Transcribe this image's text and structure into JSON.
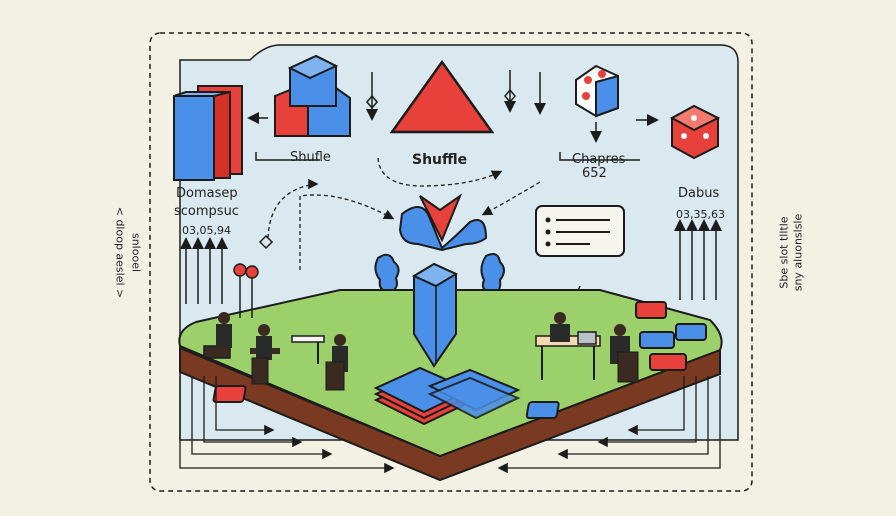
{
  "labels": {
    "shufle": "Shufle",
    "shuffle": "Shuffle",
    "chapres": "Chapres",
    "chapres_num": "652",
    "domasep": "Domasep",
    "scompsuc": "scompsuc",
    "left_num": "03,05,94",
    "dabus": "Dabus",
    "right_num": "03,35,63",
    "right_note_line1": "Sbe slot tlltle",
    "right_note_line2": "sny aluonslsle",
    "left_vertical_1": "snlooel",
    "left_vertical_2": "< dloop aeslel >"
  },
  "colors": {
    "blue": "#4a8fe8",
    "red": "#e8403a",
    "green": "#9bd06a",
    "soil": "#7a3a22",
    "panel": "#dbeaf0",
    "ink": "#1c1c1c"
  }
}
